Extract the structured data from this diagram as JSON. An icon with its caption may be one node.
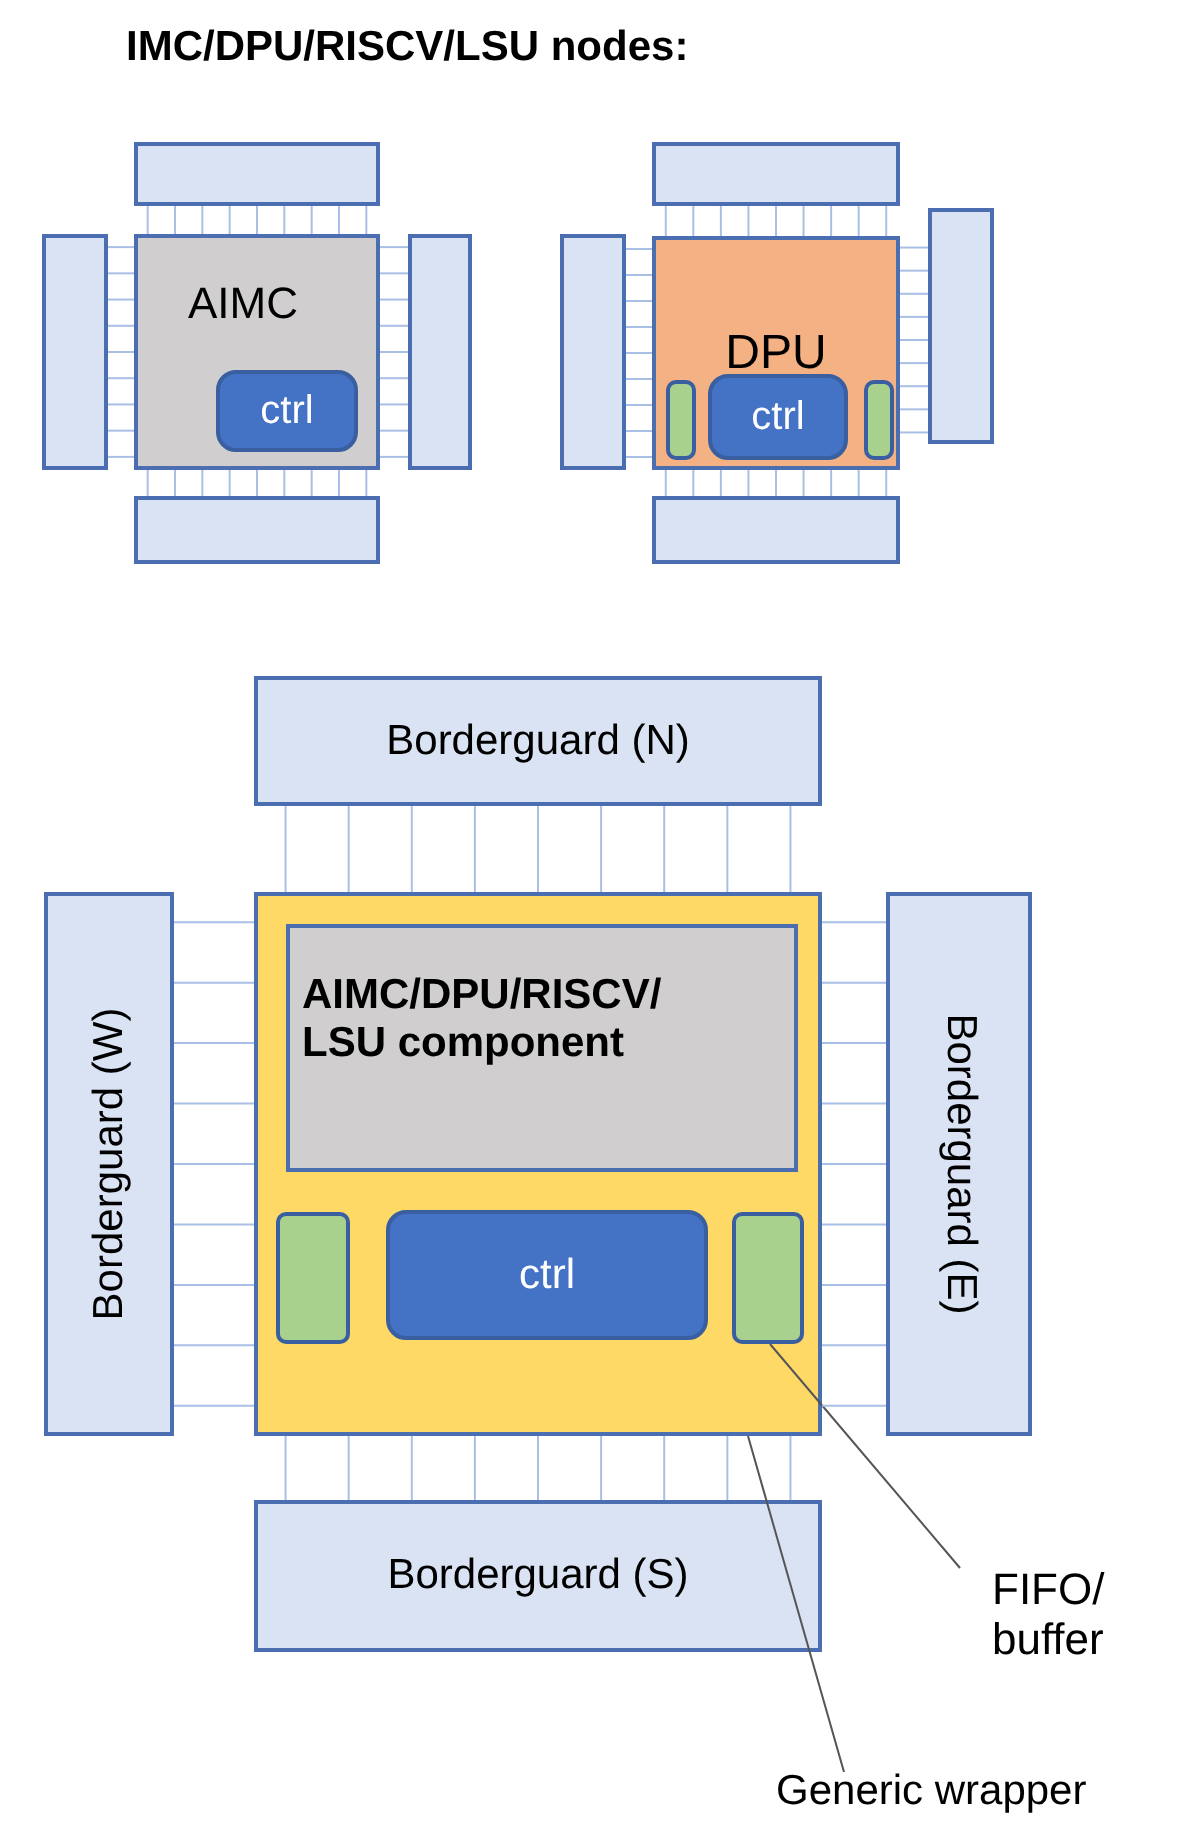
{
  "diagram": {
    "title": "IMC/DPU/RISCV/LSU nodes:",
    "nodes": [
      {
        "text": [
          "AIMC"
        ]
      },
      {
        "text": [
          "ctrl"
        ],
        "in": 0
      },
      {
        "text": [],
        "shape": "box"
      },
      {
        "text": [],
        "shape": "box"
      },
      {
        "text": [],
        "shape": "box"
      },
      {
        "text": [],
        "shape": "box"
      },
      {
        "text": [
          "DPU"
        ]
      },
      {
        "text": [],
        "shape": "box",
        "in": 6
      },
      {
        "text": [
          "ctrl"
        ],
        "in": 6
      },
      {
        "text": [],
        "shape": "box",
        "in": 6
      },
      {
        "text": [],
        "shape": "box"
      },
      {
        "text": [],
        "shape": "box"
      },
      {
        "text": [],
        "shape": "box"
      },
      {
        "text": [],
        "shape": "box"
      },
      {
        "text": [
          "Borderguard (N)"
        ]
      },
      {
        "text": [
          "Borderguard (W)"
        ]
      },
      {
        "text": [],
        "shape": "box"
      },
      {
        "text": [
          "AIMC/DPU/RISCV/ LSU component"
        ],
        "in": 16
      },
      {
        "text": [],
        "shape": "box",
        "in": 16
      },
      {
        "text": [
          "ctrl"
        ],
        "in": 16
      },
      {
        "text": [],
        "shape": "box",
        "in": 16
      },
      {
        "text": [
          "Borderguard (E)"
        ]
      },
      {
        "text": [
          "Borderguard (S)"
        ]
      },
      {
        "text": [
          "FIFO/ buffer"
        ]
      },
      {
        "text": [
          "Generic wrapper"
        ]
      }
    ],
    "edges": [
      {
        "from": 23,
        "to": 20,
        "arrow": "none",
        "color": "#555555"
      },
      {
        "from": 24,
        "to": 16,
        "arrow": "none",
        "color": "#555555"
      },
      {
        "from": 2,
        "to": 0,
        "arrow": "none"
      },
      {
        "from": 2,
        "to": 0,
        "arrow": "none"
      },
      {
        "from": 2,
        "to": 0,
        "arrow": "none"
      },
      {
        "from": 2,
        "to": 0,
        "arrow": "none"
      },
      {
        "from": 2,
        "to": 0,
        "arrow": "none"
      },
      {
        "from": 2,
        "to": 0,
        "arrow": "none"
      },
      {
        "from": 2,
        "to": 0,
        "arrow": "none"
      },
      {
        "from": 2,
        "to": 0,
        "arrow": "none"
      },
      {
        "from": 2,
        "to": 0,
        "arrow": "none"
      },
      {
        "from": 3,
        "to": 0,
        "arrow": "none"
      },
      {
        "from": 3,
        "to": 0,
        "arrow": "none"
      },
      {
        "from": 3,
        "to": 0,
        "arrow": "none"
      },
      {
        "from": 3,
        "to": 0,
        "arrow": "none"
      },
      {
        "from": 3,
        "to": 0,
        "arrow": "none"
      },
      {
        "from": 3,
        "to": 0,
        "arrow": "none"
      },
      {
        "from": 3,
        "to": 0,
        "arrow": "none"
      },
      {
        "from": 3,
        "to": 0,
        "arrow": "none"
      },
      {
        "from": 3,
        "to": 0,
        "arrow": "none"
      },
      {
        "from": 4,
        "to": 0,
        "arrow": "none"
      },
      {
        "from": 4,
        "to": 0,
        "arrow": "none"
      },
      {
        "from": 4,
        "to": 0,
        "arrow": "none"
      },
      {
        "from": 4,
        "to": 0,
        "arrow": "none"
      },
      {
        "from": 4,
        "to": 0,
        "arrow": "none"
      },
      {
        "from": 4,
        "to": 0,
        "arrow": "none"
      },
      {
        "from": 4,
        "to": 0,
        "arrow": "none"
      },
      {
        "from": 4,
        "to": 0,
        "arrow": "none"
      },
      {
        "from": 4,
        "to": 0,
        "arrow": "none"
      },
      {
        "from": 5,
        "to": 0,
        "arrow": "none"
      },
      {
        "from": 5,
        "to": 0,
        "arrow": "none"
      },
      {
        "from": 5,
        "to": 0,
        "arrow": "none"
      },
      {
        "from": 5,
        "to": 0,
        "arrow": "none"
      },
      {
        "from": 5,
        "to": 0,
        "arrow": "none"
      },
      {
        "from": 5,
        "to": 0,
        "arrow": "none"
      },
      {
        "from": 5,
        "to": 0,
        "arrow": "none"
      },
      {
        "from": 5,
        "to": 0,
        "arrow": "none"
      },
      {
        "from": 5,
        "to": 0,
        "arrow": "none"
      },
      {
        "from": 10,
        "to": 6,
        "arrow": "none"
      },
      {
        "from": 10,
        "to": 6,
        "arrow": "none"
      },
      {
        "from": 10,
        "to": 6,
        "arrow": "none"
      },
      {
        "from": 10,
        "to": 6,
        "arrow": "none"
      },
      {
        "from": 10,
        "to": 6,
        "arrow": "none"
      },
      {
        "from": 10,
        "to": 6,
        "arrow": "none"
      },
      {
        "from": 10,
        "to": 6,
        "arrow": "none"
      },
      {
        "from": 10,
        "to": 6,
        "arrow": "none"
      },
      {
        "from": 10,
        "to": 6,
        "arrow": "none"
      },
      {
        "from": 11,
        "to": 6,
        "arrow": "none"
      },
      {
        "from": 11,
        "to": 6,
        "arrow": "none"
      },
      {
        "from": 11,
        "to": 6,
        "arrow": "none"
      },
      {
        "from": 11,
        "to": 6,
        "arrow": "none"
      },
      {
        "from": 11,
        "to": 6,
        "arrow": "none"
      },
      {
        "from": 11,
        "to": 6,
        "arrow": "none"
      },
      {
        "from": 11,
        "to": 6,
        "arrow": "none"
      },
      {
        "from": 11,
        "to": 6,
        "arrow": "none"
      },
      {
        "from": 11,
        "to": 6,
        "arrow": "none"
      },
      {
        "from": 12,
        "to": 6,
        "arrow": "none"
      },
      {
        "from": 12,
        "to": 6,
        "arrow": "none"
      },
      {
        "from": 12,
        "to": 6,
        "arrow": "none"
      },
      {
        "from": 12,
        "to": 6,
        "arrow": "none"
      },
      {
        "from": 12,
        "to": 6,
        "arrow": "none"
      },
      {
        "from": 12,
        "to": 6,
        "arrow": "none"
      },
      {
        "from": 12,
        "to": 6,
        "arrow": "none"
      },
      {
        "from": 12,
        "to": 6,
        "arrow": "none"
      },
      {
        "from": 12,
        "to": 6,
        "arrow": "none"
      },
      {
        "from": 13,
        "to": 6,
        "arrow": "none"
      },
      {
        "from": 13,
        "to": 6,
        "arrow": "none"
      },
      {
        "from": 13,
        "to": 6,
        "arrow": "none"
      },
      {
        "from": 13,
        "to": 6,
        "arrow": "none"
      },
      {
        "from": 13,
        "to": 6,
        "arrow": "none"
      },
      {
        "from": 13,
        "to": 6,
        "arrow": "none"
      },
      {
        "from": 13,
        "to": 6,
        "arrow": "none"
      },
      {
        "from": 13,
        "to": 6,
        "arrow": "none"
      },
      {
        "from": 13,
        "to": 6,
        "arrow": "none"
      },
      {
        "from": 14,
        "to": 16,
        "arrow": "none"
      },
      {
        "from": 14,
        "to": 16,
        "arrow": "none"
      },
      {
        "from": 14,
        "to": 16,
        "arrow": "none"
      },
      {
        "from": 14,
        "to": 16,
        "arrow": "none"
      },
      {
        "from": 14,
        "to": 16,
        "arrow": "none"
      },
      {
        "from": 14,
        "to": 16,
        "arrow": "none"
      },
      {
        "from": 14,
        "to": 16,
        "arrow": "none"
      },
      {
        "from": 14,
        "to": 16,
        "arrow": "none"
      },
      {
        "from": 14,
        "to": 16,
        "arrow": "none"
      },
      {
        "from": 15,
        "to": 16,
        "arrow": "none"
      },
      {
        "from": 15,
        "to": 16,
        "arrow": "none"
      },
      {
        "from": 15,
        "to": 16,
        "arrow": "none"
      },
      {
        "from": 15,
        "to": 16,
        "arrow": "none"
      },
      {
        "from": 15,
        "to": 16,
        "arrow": "none"
      },
      {
        "from": 15,
        "to": 16,
        "arrow": "none"
      },
      {
        "from": 15,
        "to": 16,
        "arrow": "none"
      },
      {
        "from": 15,
        "to": 16,
        "arrow": "none"
      },
      {
        "from": 15,
        "to": 16,
        "arrow": "none"
      },
      {
        "from": 21,
        "to": 16,
        "arrow": "none"
      },
      {
        "from": 21,
        "to": 16,
        "arrow": "none"
      },
      {
        "from": 21,
        "to": 16,
        "arrow": "none"
      },
      {
        "from": 21,
        "to": 16,
        "arrow": "none"
      },
      {
        "from": 21,
        "to": 16,
        "arrow": "none"
      },
      {
        "from": 21,
        "to": 16,
        "arrow": "none"
      },
      {
        "from": 21,
        "to": 16,
        "arrow": "none"
      },
      {
        "from": 21,
        "to": 16,
        "arrow": "none"
      },
      {
        "from": 21,
        "to": 16,
        "arrow": "none"
      },
      {
        "from": 22,
        "to": 16,
        "arrow": "none"
      },
      {
        "from": 22,
        "to": 16,
        "arrow": "none"
      },
      {
        "from": 22,
        "to": 16,
        "arrow": "none"
      },
      {
        "from": 22,
        "to": 16,
        "arrow": "none"
      },
      {
        "from": 22,
        "to": 16,
        "arrow": "none"
      },
      {
        "from": 22,
        "to": 16,
        "arrow": "none"
      },
      {
        "from": 22,
        "to": 16,
        "arrow": "none"
      },
      {
        "from": 22,
        "to": 16,
        "arrow": "none"
      },
      {
        "from": 22,
        "to": 16,
        "arrow": "none"
      }
    ]
  }
}
